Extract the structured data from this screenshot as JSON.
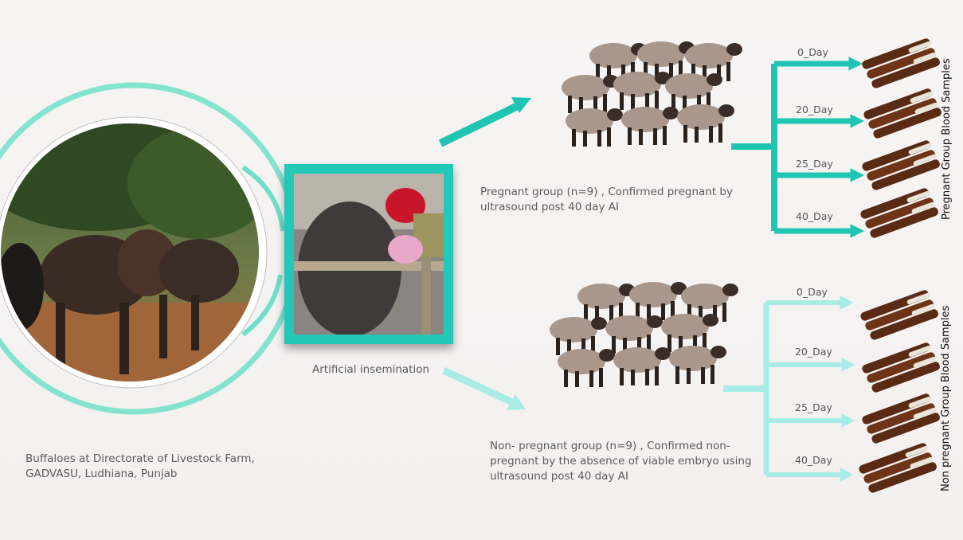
{
  "left": {
    "caption_line1": "Buffaloes at Directorate of Livestock Farm,",
    "caption_line2": "GADVASU, Ludhiana, Punjab"
  },
  "center": {
    "caption": "Artificial insemination"
  },
  "pregnant": {
    "caption_line1": "Pregnant group (n=9) , Confirmed pregnant by",
    "caption_line2": "ultrasound post 40 day AI",
    "days": [
      "0_Day",
      "20_Day",
      "25_Day",
      "40_Day"
    ],
    "side_label": "Pregnant Group Blood Samples",
    "arrow_color": "#20c4b2"
  },
  "nonpregnant": {
    "caption_line1": "Non- pregnant group (n=9) , Confirmed non-",
    "caption_line2": "pregnant by the absence of viable embryo using",
    "caption_line3": "ultrasound post 40 day AI",
    "days": [
      "0_Day",
      "20_Day",
      "25_Day",
      "40_Day"
    ],
    "side_label": "Non pregnant Group Blood Samples",
    "arrow_color": "#a8ece6"
  }
}
